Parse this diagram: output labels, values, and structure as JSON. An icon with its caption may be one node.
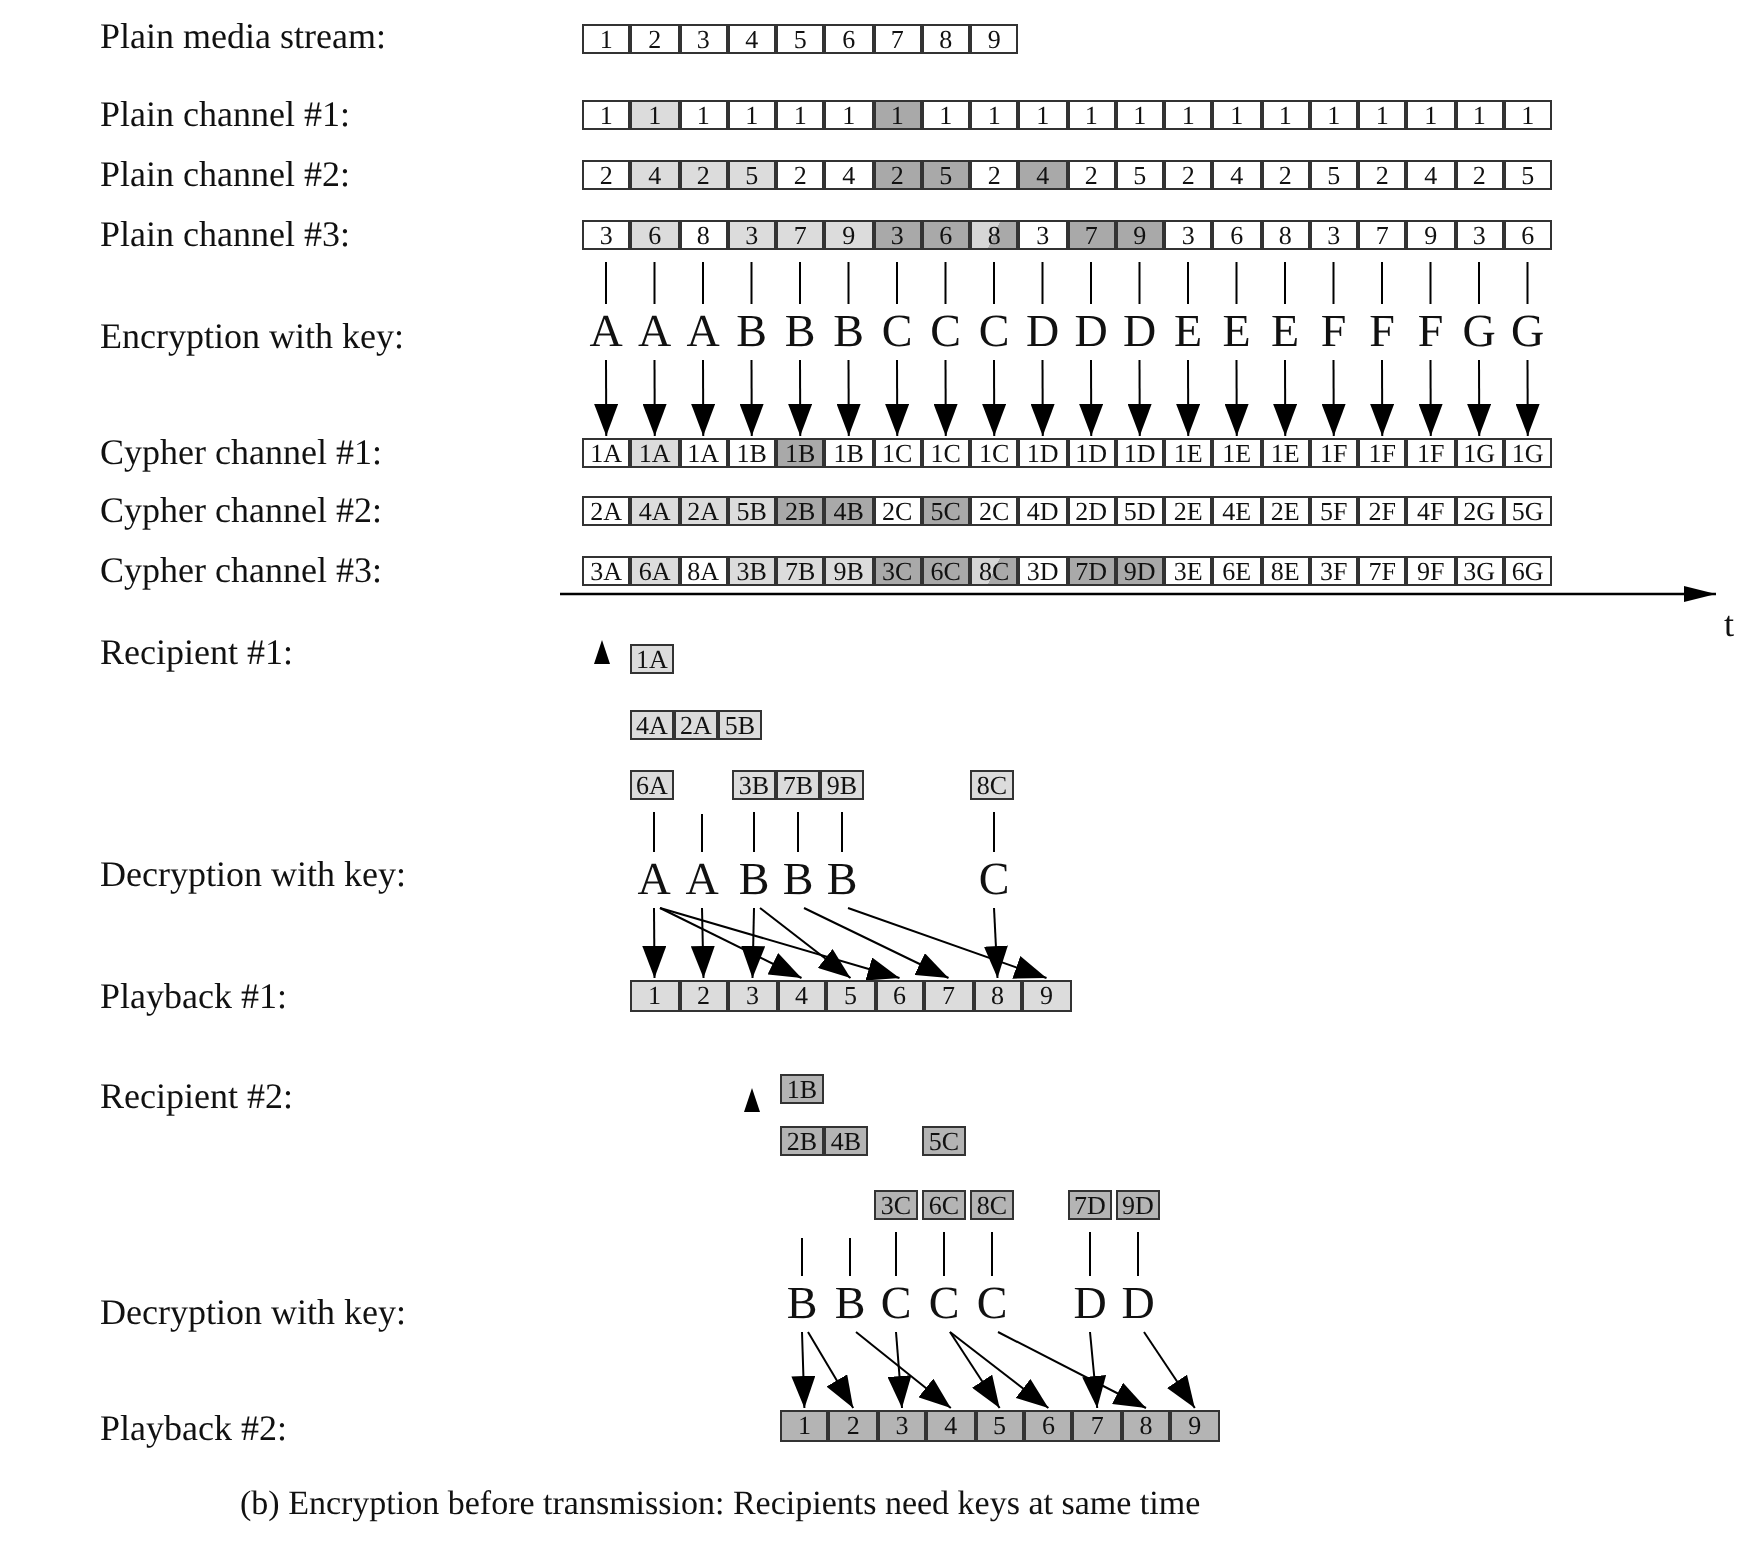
{
  "diagram": {
    "caption": "(b) Encryption before transmission: Recipients need keys at same time",
    "nodes": [
      {
        "text": [
          "1"
        ]
      },
      {
        "text": [
          "2"
        ]
      },
      {
        "text": [
          "3"
        ]
      },
      {
        "text": [
          "4"
        ]
      },
      {
        "text": [
          "5"
        ]
      },
      {
        "text": [
          "6"
        ]
      },
      {
        "text": [
          "7"
        ]
      },
      {
        "text": [
          "8"
        ]
      },
      {
        "text": [
          "9"
        ]
      },
      {
        "text": [
          "1"
        ]
      },
      {
        "text": [
          "1"
        ]
      },
      {
        "text": [
          "1"
        ]
      },
      {
        "text": [
          "1"
        ]
      },
      {
        "text": [
          "1"
        ]
      },
      {
        "text": [
          "1"
        ]
      },
      {
        "text": [
          "1"
        ]
      },
      {
        "text": [
          "1"
        ]
      },
      {
        "text": [
          "1"
        ]
      },
      {
        "text": [
          "1"
        ]
      },
      {
        "text": [
          "1"
        ]
      },
      {
        "text": [
          "1"
        ]
      },
      {
        "text": [
          "1"
        ]
      },
      {
        "text": [
          "1"
        ]
      },
      {
        "text": [
          "1"
        ]
      },
      {
        "text": [
          "1"
        ]
      },
      {
        "text": [
          "1"
        ]
      },
      {
        "text": [
          "1"
        ]
      },
      {
        "text": [
          "1"
        ]
      },
      {
        "text": [
          "1"
        ]
      },
      {
        "text": [
          "2"
        ]
      },
      {
        "text": [
          "4"
        ]
      },
      {
        "text": [
          "2"
        ]
      },
      {
        "text": [
          "5"
        ]
      },
      {
        "text": [
          "2"
        ]
      },
      {
        "text": [
          "4"
        ]
      },
      {
        "text": [
          "2"
        ]
      },
      {
        "text": [
          "5"
        ]
      },
      {
        "text": [
          "2"
        ]
      },
      {
        "text": [
          "4"
        ]
      },
      {
        "text": [
          "2"
        ]
      },
      {
        "text": [
          "5"
        ]
      },
      {
        "text": [
          "2"
        ]
      },
      {
        "text": [
          "4"
        ]
      },
      {
        "text": [
          "2"
        ]
      },
      {
        "text": [
          "5"
        ]
      },
      {
        "text": [
          "2"
        ]
      },
      {
        "text": [
          "4"
        ]
      },
      {
        "text": [
          "2"
        ]
      },
      {
        "text": [
          "5"
        ]
      },
      {
        "text": [
          "3"
        ]
      },
      {
        "text": [
          "6"
        ]
      },
      {
        "text": [
          "8"
        ]
      },
      {
        "text": [
          "3"
        ]
      },
      {
        "text": [
          "7"
        ]
      },
      {
        "text": [
          "9"
        ]
      },
      {
        "text": [
          "3"
        ]
      },
      {
        "text": [
          "6"
        ]
      },
      {
        "text": [
          "8"
        ]
      },
      {
        "text": [
          "3"
        ]
      },
      {
        "text": [
          "7"
        ]
      },
      {
        "text": [
          "9"
        ]
      },
      {
        "text": [
          "3"
        ]
      },
      {
        "text": [
          "6"
        ]
      },
      {
        "text": [
          "8"
        ]
      },
      {
        "text": [
          "3"
        ]
      },
      {
        "text": [
          "7"
        ]
      },
      {
        "text": [
          "9"
        ]
      },
      {
        "text": [
          "3"
        ]
      },
      {
        "text": [
          "6"
        ]
      },
      {
        "text": [
          "A"
        ]
      },
      {
        "text": [
          "A"
        ]
      },
      {
        "text": [
          "A"
        ]
      },
      {
        "text": [
          "B"
        ]
      },
      {
        "text": [
          "B"
        ]
      },
      {
        "text": [
          "B"
        ]
      },
      {
        "text": [
          "C"
        ]
      },
      {
        "text": [
          "C"
        ]
      },
      {
        "text": [
          "C"
        ]
      },
      {
        "text": [
          "D"
        ]
      },
      {
        "text": [
          "D"
        ]
      },
      {
        "text": [
          "D"
        ]
      },
      {
        "text": [
          "E"
        ]
      },
      {
        "text": [
          "E"
        ]
      },
      {
        "text": [
          "E"
        ]
      },
      {
        "text": [
          "F"
        ]
      },
      {
        "text": [
          "F"
        ]
      },
      {
        "text": [
          "F"
        ]
      },
      {
        "text": [
          "G"
        ]
      },
      {
        "text": [
          "G"
        ]
      },
      {
        "text": [
          "1A"
        ]
      },
      {
        "text": [
          "1A"
        ]
      },
      {
        "text": [
          "1A"
        ]
      },
      {
        "text": [
          "1B"
        ]
      },
      {
        "text": [
          "1B"
        ]
      },
      {
        "text": [
          "1B"
        ]
      },
      {
        "text": [
          "1C"
        ]
      },
      {
        "text": [
          "1C"
        ]
      },
      {
        "text": [
          "1C"
        ]
      },
      {
        "text": [
          "1D"
        ]
      },
      {
        "text": [
          "1D"
        ]
      },
      {
        "text": [
          "1D"
        ]
      },
      {
        "text": [
          "1E"
        ]
      },
      {
        "text": [
          "1E"
        ]
      },
      {
        "text": [
          "1E"
        ]
      },
      {
        "text": [
          "1F"
        ]
      },
      {
        "text": [
          "1F"
        ]
      },
      {
        "text": [
          "1F"
        ]
      },
      {
        "text": [
          "1G"
        ]
      },
      {
        "text": [
          "1G"
        ]
      },
      {
        "text": [
          "2A"
        ]
      },
      {
        "text": [
          "4A"
        ]
      },
      {
        "text": [
          "2A"
        ]
      },
      {
        "text": [
          "5B"
        ]
      },
      {
        "text": [
          "2B"
        ]
      },
      {
        "text": [
          "4B"
        ]
      },
      {
        "text": [
          "2C"
        ]
      },
      {
        "text": [
          "5C"
        ]
      },
      {
        "text": [
          "2C"
        ]
      },
      {
        "text": [
          "4D"
        ]
      },
      {
        "text": [
          "2D"
        ]
      },
      {
        "text": [
          "5D"
        ]
      },
      {
        "text": [
          "2E"
        ]
      },
      {
        "text": [
          "4E"
        ]
      },
      {
        "text": [
          "2E"
        ]
      },
      {
        "text": [
          "5F"
        ]
      },
      {
        "text": [
          "2F"
        ]
      },
      {
        "text": [
          "4F"
        ]
      },
      {
        "text": [
          "2G"
        ]
      },
      {
        "text": [
          "5G"
        ]
      },
      {
        "text": [
          "3A"
        ]
      },
      {
        "text": [
          "6A"
        ]
      },
      {
        "text": [
          "8A"
        ]
      },
      {
        "text": [
          "3B"
        ]
      },
      {
        "text": [
          "7B"
        ]
      },
      {
        "text": [
          "9B"
        ]
      },
      {
        "text": [
          "3C"
        ]
      },
      {
        "text": [
          "6C"
        ]
      },
      {
        "text": [
          "8C"
        ]
      },
      {
        "text": [
          "3D"
        ]
      },
      {
        "text": [
          "7D"
        ]
      },
      {
        "text": [
          "9D"
        ]
      },
      {
        "text": [
          "3E"
        ]
      },
      {
        "text": [
          "6E"
        ]
      },
      {
        "text": [
          "8E"
        ]
      },
      {
        "text": [
          "3F"
        ]
      },
      {
        "text": [
          "7F"
        ]
      },
      {
        "text": [
          "9F"
        ]
      },
      {
        "text": [
          "3G"
        ]
      },
      {
        "text": [
          "6G"
        ]
      },
      {
        "text": [
          "1A"
        ]
      },
      {
        "text": [
          "4A"
        ]
      },
      {
        "text": [
          "2A"
        ]
      },
      {
        "text": [
          "5B"
        ]
      },
      {
        "text": [
          "6A"
        ]
      },
      {
        "text": [
          "3B"
        ]
      },
      {
        "text": [
          "7B"
        ]
      },
      {
        "text": [
          "9B"
        ]
      },
      {
        "text": [
          "8C"
        ]
      },
      {
        "text": [
          "A"
        ]
      },
      {
        "text": [
          "A"
        ]
      },
      {
        "text": [
          "B"
        ]
      },
      {
        "text": [
          "B"
        ]
      },
      {
        "text": [
          "B"
        ]
      },
      {
        "text": [
          "C"
        ]
      },
      {
        "text": [
          "1"
        ]
      },
      {
        "text": [
          "2"
        ]
      },
      {
        "text": [
          "3"
        ]
      },
      {
        "text": [
          "4"
        ]
      },
      {
        "text": [
          "5"
        ]
      },
      {
        "text": [
          "6"
        ]
      },
      {
        "text": [
          "7"
        ]
      },
      {
        "text": [
          "8"
        ]
      },
      {
        "text": [
          "9"
        ]
      },
      {
        "text": [
          "1B"
        ]
      },
      {
        "text": [
          "2B"
        ]
      },
      {
        "text": [
          "4B"
        ]
      },
      {
        "text": [
          "5C"
        ]
      },
      {
        "text": [
          "3C"
        ]
      },
      {
        "text": [
          "6C"
        ]
      },
      {
        "text": [
          "8C"
        ]
      },
      {
        "text": [
          "7D"
        ]
      },
      {
        "text": [
          "9D"
        ]
      },
      {
        "text": [
          "B"
        ]
      },
      {
        "text": [
          "B"
        ]
      },
      {
        "text": [
          "C"
        ]
      },
      {
        "text": [
          "C"
        ]
      },
      {
        "text": [
          "C"
        ]
      },
      {
        "text": [
          "D"
        ]
      },
      {
        "text": [
          "D"
        ]
      },
      {
        "text": [
          "1"
        ]
      },
      {
        "text": [
          "2"
        ]
      },
      {
        "text": [
          "3"
        ]
      },
      {
        "text": [
          "4"
        ]
      },
      {
        "text": [
          "5"
        ]
      },
      {
        "text": [
          "6"
        ]
      },
      {
        "text": [
          "7"
        ]
      },
      {
        "text": [
          "8"
        ]
      },
      {
        "text": [
          "9"
        ]
      }
    ],
    "edges": [
      {
        "from": 49,
        "to": 69,
        "arrow": "none"
      },
      {
        "from": 50,
        "to": 70,
        "arrow": "none"
      },
      {
        "from": 51,
        "to": 71,
        "arrow": "none"
      },
      {
        "from": 52,
        "to": 72,
        "arrow": "none"
      },
      {
        "from": 53,
        "to": 73,
        "arrow": "none"
      },
      {
        "from": 54,
        "to": 74,
        "arrow": "none"
      },
      {
        "from": 55,
        "to": 75,
        "arrow": "none"
      },
      {
        "from": 56,
        "to": 76,
        "arrow": "none"
      },
      {
        "from": 57,
        "to": 77,
        "arrow": "none"
      },
      {
        "from": 58,
        "to": 78,
        "arrow": "none"
      },
      {
        "from": 59,
        "to": 79,
        "arrow": "none"
      },
      {
        "from": 60,
        "to": 80,
        "arrow": "none"
      },
      {
        "from": 61,
        "to": 81,
        "arrow": "none"
      },
      {
        "from": 62,
        "to": 82,
        "arrow": "none"
      },
      {
        "from": 63,
        "to": 83,
        "arrow": "none"
      },
      {
        "from": 64,
        "to": 84,
        "arrow": "none"
      },
      {
        "from": 65,
        "to": 85,
        "arrow": "none"
      },
      {
        "from": 66,
        "to": 86,
        "arrow": "none"
      },
      {
        "from": 67,
        "to": 87,
        "arrow": "none"
      },
      {
        "from": 68,
        "to": 88,
        "arrow": "none"
      },
      {
        "from": 69,
        "to": 89,
        "arrow": "to"
      },
      {
        "from": 70,
        "to": 90,
        "arrow": "to"
      },
      {
        "from": 71,
        "to": 91,
        "arrow": "to"
      },
      {
        "from": 72,
        "to": 92,
        "arrow": "to"
      },
      {
        "from": 73,
        "to": 93,
        "arrow": "to"
      },
      {
        "from": 74,
        "to": 94,
        "arrow": "to"
      },
      {
        "from": 75,
        "to": 95,
        "arrow": "to"
      },
      {
        "from": 76,
        "to": 96,
        "arrow": "to"
      },
      {
        "from": 77,
        "to": 97,
        "arrow": "to"
      },
      {
        "from": 78,
        "to": 98,
        "arrow": "to"
      },
      {
        "from": 79,
        "to": 99,
        "arrow": "to"
      },
      {
        "from": 80,
        "to": 100,
        "arrow": "to"
      },
      {
        "from": 81,
        "to": 101,
        "arrow": "to"
      },
      {
        "from": 82,
        "to": 102,
        "arrow": "to"
      },
      {
        "from": 83,
        "to": 103,
        "arrow": "to"
      },
      {
        "from": 84,
        "to": 104,
        "arrow": "to"
      },
      {
        "from": 85,
        "to": 105,
        "arrow": "to"
      },
      {
        "from": 86,
        "to": 106,
        "arrow": "to"
      },
      {
        "from": 87,
        "to": 107,
        "arrow": "to"
      },
      {
        "from": 88,
        "to": 108,
        "arrow": "to"
      },
      {
        "from": 153,
        "to": 158,
        "arrow": "none"
      },
      {
        "from": null,
        "to": 159,
        "arrow": "none"
      },
      {
        "from": 154,
        "to": 160,
        "arrow": "none"
      },
      {
        "from": 155,
        "to": 161,
        "arrow": "none"
      },
      {
        "from": 156,
        "to": 162,
        "arrow": "none"
      },
      {
        "from": 157,
        "to": 163,
        "arrow": "none"
      },
      {
        "from": 158,
        "to": 164,
        "arrow": "to"
      },
      {
        "from": 158,
        "to": 167,
        "arrow": "to"
      },
      {
        "from": 158,
        "to": 169,
        "arrow": "to"
      },
      {
        "from": 159,
        "to": 165,
        "arrow": "to"
      },
      {
        "from": 160,
        "to": 166,
        "arrow": "to"
      },
      {
        "from": 160,
        "to": 168,
        "arrow": "to"
      },
      {
        "from": 161,
        "to": 170,
        "arrow": "to"
      },
      {
        "from": 162,
        "to": 172,
        "arrow": "to"
      },
      {
        "from": 163,
        "to": 171,
        "arrow": "to"
      },
      {
        "from": null,
        "to": 182,
        "arrow": "none"
      },
      {
        "from": null,
        "to": 183,
        "arrow": "none"
      },
      {
        "from": 177,
        "to": 184,
        "arrow": "none"
      },
      {
        "from": 178,
        "to": 185,
        "arrow": "none"
      },
      {
        "from": 179,
        "to": 186,
        "arrow": "none"
      },
      {
        "from": 180,
        "to": 187,
        "arrow": "none"
      },
      {
        "from": 181,
        "to": 188,
        "arrow": "none"
      },
      {
        "from": 182,
        "to": 189,
        "arrow": "to"
      },
      {
        "from": 182,
        "to": 190,
        "arrow": "to"
      },
      {
        "from": 183,
        "to": 192,
        "arrow": "to"
      },
      {
        "from": 184,
        "to": 191,
        "arrow": "to"
      },
      {
        "from": 185,
        "to": 193,
        "arrow": "to"
      },
      {
        "from": 185,
        "to": 194,
        "arrow": "to"
      },
      {
        "from": 186,
        "to": 196,
        "arrow": "to"
      },
      {
        "from": 187,
        "to": 195,
        "arrow": "to"
      },
      {
        "from": 188,
        "to": 197,
        "arrow": "to"
      }
    ],
    "labels": [
      "Plain media stream:",
      "Plain channel #1:",
      "Plain channel #2:",
      "Plain channel #3:",
      "Encryption with key:",
      "Cypher channel #1:",
      "Cypher channel #2:",
      "Cypher channel #3:",
      "t",
      "Recipient #1:",
      "Decryption with key:",
      "Playback #1:",
      "Recipient #2:",
      "Decryption with key:",
      "Playback #2:"
    ]
  }
}
